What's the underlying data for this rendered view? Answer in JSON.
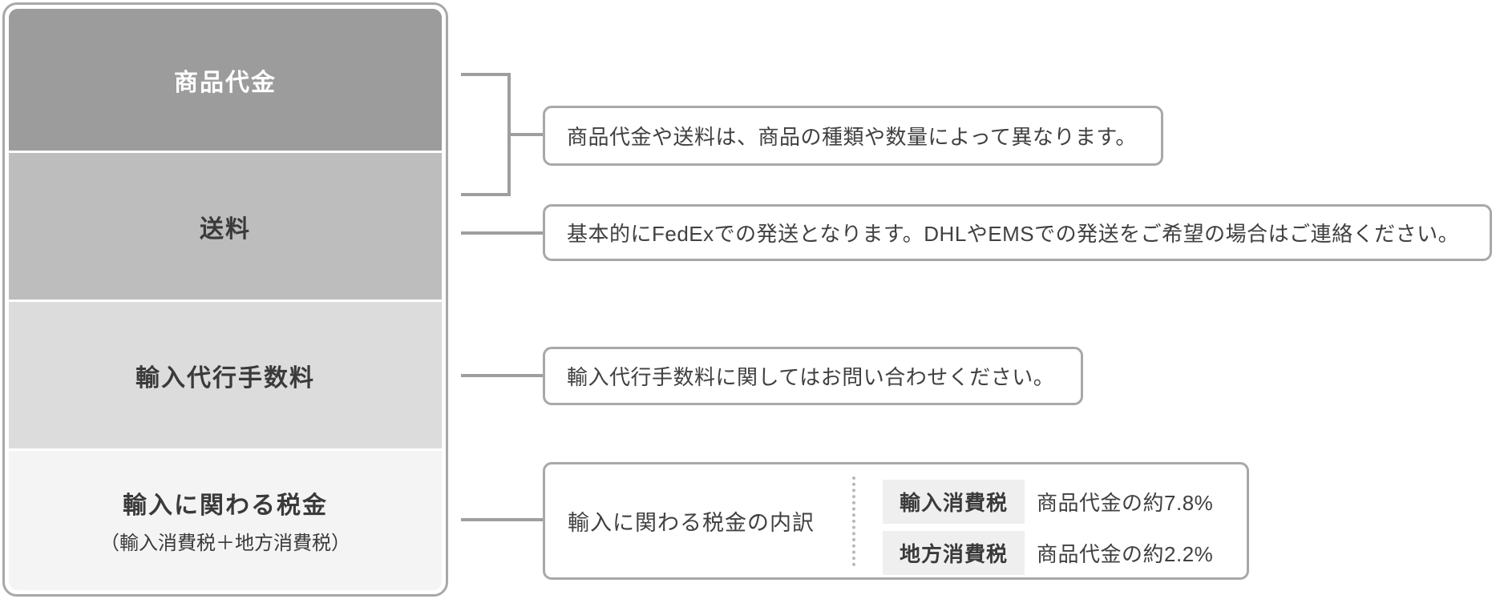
{
  "diagram": {
    "stack": {
      "segments": [
        {
          "label": "商品代金",
          "color": "#9c9c9c",
          "text_color": "#ffffff"
        },
        {
          "label": "送料",
          "color": "#bdbdbd",
          "text_color": "#3a3a3a"
        },
        {
          "label": "輸入代行手数料",
          "color": "#dcdcdc",
          "text_color": "#3a3a3a"
        },
        {
          "label": "輸入に関わる税金",
          "sublabel": "（輸入消費税＋地方消費税）",
          "color": "#f4f4f4",
          "text_color": "#3a3a3a"
        }
      ]
    },
    "callouts": {
      "product_and_shipping": {
        "text": "商品代金や送料は、商品の種類や数量によって異なります。"
      },
      "shipping_method": {
        "text": "基本的にFedExでの発送となります。DHLやEMSでの発送をご希望の場合はご連絡ください。"
      },
      "agency_fee": {
        "text": "輸入代行手数料に関してはお問い合わせください。"
      },
      "tax_breakdown": {
        "title": "輸入に関わる税金の内訳",
        "rows": [
          {
            "tax_name": "輸入消費税",
            "rate": "商品代金の約7.8%"
          },
          {
            "tax_name": "地方消費税",
            "rate": "商品代金の約2.2%"
          }
        ]
      }
    },
    "colors": {
      "box_border": "#a8a8a8",
      "connector": "#9e9e9e",
      "chip_background": "#efefef",
      "background": "#ffffff"
    }
  }
}
